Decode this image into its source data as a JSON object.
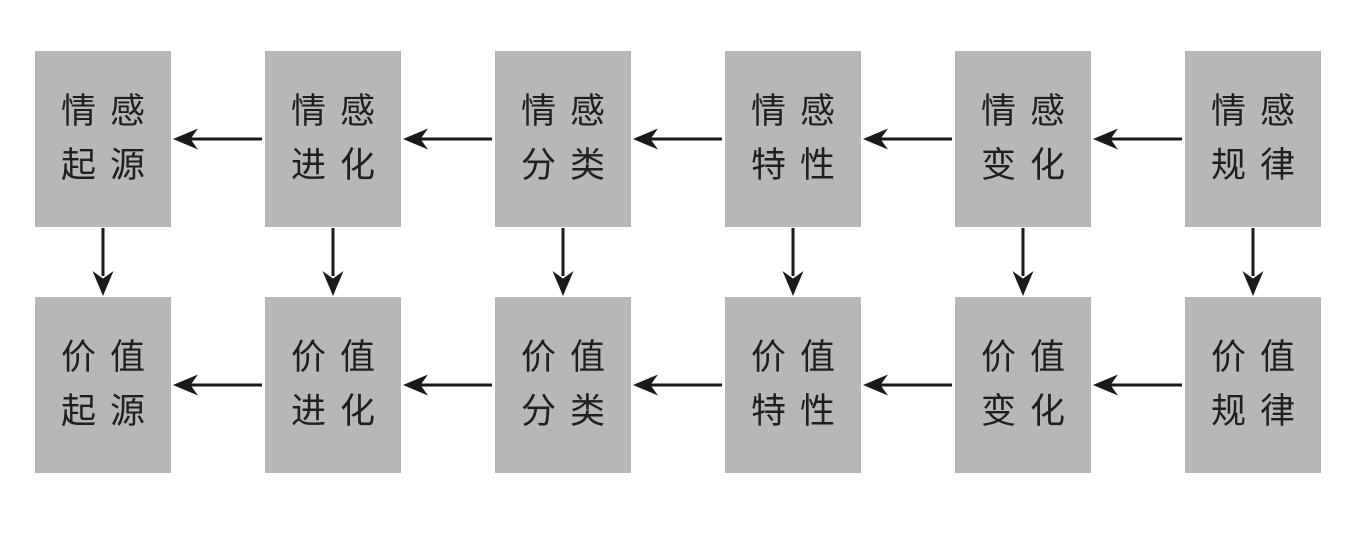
{
  "diagram": {
    "colors": {
      "background": "#ffffff",
      "box_fill": "#b7b7b7",
      "text": "#1f1f1f",
      "arrow": "#1a1a1a"
    },
    "flow": {
      "horizontal_direction": "right-to-left",
      "vertical_direction": "top-to-bottom"
    },
    "rows": [
      {
        "name": "emotion-row",
        "boxes": [
          {
            "id": "emotion-origin",
            "lines": [
              "情感",
              "起源"
            ]
          },
          {
            "id": "emotion-evolution",
            "lines": [
              "情感",
              "进化"
            ]
          },
          {
            "id": "emotion-classification",
            "lines": [
              "情感",
              "分类"
            ]
          },
          {
            "id": "emotion-characteristics",
            "lines": [
              "情感",
              "特性"
            ]
          },
          {
            "id": "emotion-change",
            "lines": [
              "情感",
              "变化"
            ]
          },
          {
            "id": "emotion-law",
            "lines": [
              "情感",
              "规律"
            ]
          }
        ]
      },
      {
        "name": "value-row",
        "boxes": [
          {
            "id": "value-origin",
            "lines": [
              "价值",
              "起源"
            ]
          },
          {
            "id": "value-evolution",
            "lines": [
              "价值",
              "进化"
            ]
          },
          {
            "id": "value-classification",
            "lines": [
              "价值",
              "分类"
            ]
          },
          {
            "id": "value-characteristics",
            "lines": [
              "价值",
              "特性"
            ]
          },
          {
            "id": "value-change",
            "lines": [
              "价值",
              "变化"
            ]
          },
          {
            "id": "value-law",
            "lines": [
              "价值",
              "规律"
            ]
          }
        ]
      }
    ]
  }
}
